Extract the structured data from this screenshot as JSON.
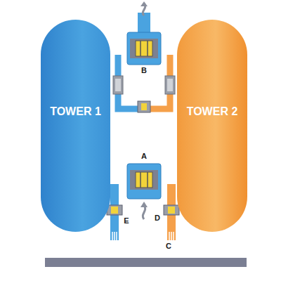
{
  "diagram": {
    "nodes": [
      {
        "text": [
          "TOWER 1"
        ]
      },
      {
        "text": [
          "TOWER 2"
        ]
      }
    ],
    "edges": [
      {
        "from": 0,
        "to": 1,
        "arrow": "none"
      },
      {
        "from": 0,
        "to": 1,
        "arrow": "none"
      }
    ],
    "labels": [
      "B",
      "A",
      "E",
      "D",
      "C"
    ]
  }
}
